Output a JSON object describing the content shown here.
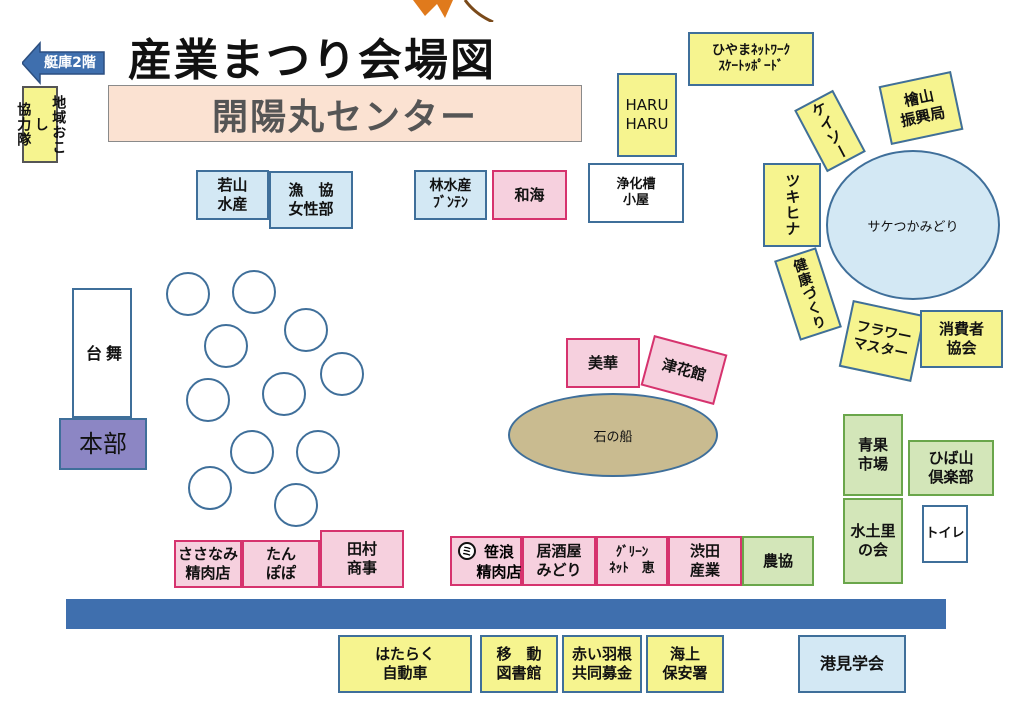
{
  "map": {
    "title": "産業まつり会場図",
    "building": "開陽丸センター",
    "arrow_label": "艇庫2階",
    "colors": {
      "yellow": "#f6f48f",
      "blue": "#d3e8f4",
      "pink": "#f6d0de",
      "green": "#d3e6b9",
      "road": "#3f6fae",
      "stage_base": "#8c86c4",
      "stone_boat": "#c9bb90",
      "pond": "#d3e8f4"
    }
  },
  "booths": {
    "chiiki": "地域おこし\n協力隊",
    "stage": "舞\n台",
    "honbu": "本部",
    "wakayama": "若山\n水産",
    "gyokyo": "漁　協\n女性部",
    "rinsuisan": "林水産\nﾌﾞﾝﾃﾝ",
    "nagomi": "和海",
    "jokaso": "浄化槽\n小屋",
    "haruharu": "HARU\nHARU",
    "hiyama": "ひやまﾈｯﾄﾜｰｸ\nｽｹｰﾄｯﾎﾟｰﾄﾞ",
    "keiso": "ケイソー",
    "hinoki": "檜山\n振興局",
    "tsukihina": "ツキヒナ",
    "kenko": "健康づくり",
    "flower": "フラワー\nマスター",
    "shohisha": "消費者\n協会",
    "sake": "サケつかみどり",
    "bika": "美華",
    "tsubana": "津花館",
    "ishinofune": "石の船",
    "seika": "青果\n市場",
    "hibayama": "ひば山\n倶楽部",
    "mizutsuchi": "水土里\nの会",
    "toilet": "トイレ",
    "sasanami": "ささなみ\n精肉店",
    "tanpopo": "たん\nぽぽ",
    "tamura": "田村\n商事",
    "mi": "ミ",
    "sasanami2": "笹浪\n精肉店",
    "izakaya": "居酒屋\nみどり",
    "green_net": "ｸﾞﾘｰﾝ\nﾈｯﾄ　恵",
    "shibuta": "渋田\n産業",
    "nokyo": "農協",
    "hataraku": "はたらく\n自動車",
    "ido": "移　動\n図書館",
    "akaihane": "赤い羽根\n共同募金",
    "kaijo": "海上\n保安署",
    "minato": "港見学会"
  }
}
